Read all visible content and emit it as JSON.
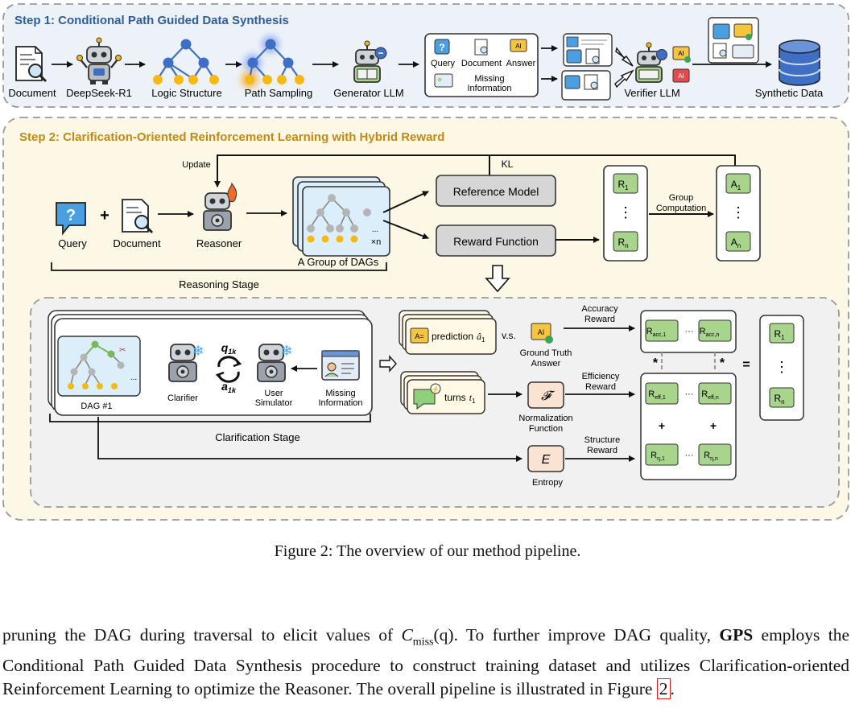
{
  "step1": {
    "title": "Step 1: Conditional Path Guided Data Synthesis",
    "nodes": [
      "Document",
      "DeepSeek-R1",
      "Logic Structure",
      "Path Sampling",
      "Generator LLM"
    ],
    "sample_box": {
      "query": "Query",
      "document": "Document",
      "answer": "Answer",
      "missing_line1": "Missing",
      "missing_line2": "Information"
    },
    "verifier": "Verifier LLM",
    "output": "Synthetic Data"
  },
  "step2": {
    "title": "Step 2: Clarification-Oriented Reinforcement Learning with Hybrid Reward",
    "update": "Update",
    "kl": "KL",
    "query": "Query",
    "plus": "+",
    "document": "Document",
    "reasoner": "Reasoner",
    "dag_group": "A Group of DAGs",
    "dag_times": "×n",
    "ellipsis": "...",
    "reference_model": "Reference Model",
    "reward_function": "Reward Function",
    "group_line1": "Group",
    "group_line2": "Computation",
    "r1": "R",
    "r1_sub": "1",
    "rn": "R",
    "rn_sub": "n",
    "a1": "A",
    "a1_sub": "1",
    "an": "A",
    "an_sub": "n",
    "reasoning_stage": "Reasoning Stage",
    "dag1": "DAG #1",
    "clarifier": "Clarifier",
    "q_label": "q",
    "q_sub": "1k",
    "a_label": "a",
    "a_sub": "1k",
    "user_line1": "User",
    "user_line2": "Simulator",
    "missing_line1": "Missing",
    "missing_line2": "Information",
    "clarification_stage": "Clarification Stage",
    "prediction": "prediction",
    "pred_math": "â",
    "pred_sub": "1",
    "vs": "v.s.",
    "gt_line1": "Ground Truth",
    "gt_line2": "Answer",
    "turns": "turns",
    "turns_math": "t",
    "turns_sub": "1",
    "norm_symbol": "𝓕",
    "norm_line1": "Normalization",
    "norm_line2": "Function",
    "entropy_symbol": "E",
    "entropy": "Entropy",
    "acc_line1": "Accuracy",
    "acc_line2": "Reward",
    "eff_line1": "Efficiency",
    "eff_line2": "Reward",
    "str_line1": "Structure",
    "str_line2": "Reward",
    "r_acc_1": "acc,1",
    "r_acc_n": "acc,n",
    "r_eff_1": "eff,1",
    "r_eff_n": "eff,n",
    "r_eta_1": "η,1",
    "r_eta_n": "η,n",
    "star": "*",
    "equals": "=",
    "dots": "···",
    "vdots": "⋮"
  },
  "caption": "Figure 2: The overview of our method pipeline.",
  "paragraph": {
    "t1": "pruning the DAG during traversal to elicit values of ",
    "math_c": "C",
    "math_sub": "miss",
    "math_q": "(q)",
    "t2": ". To further improve DAG quality, ",
    "bold": "GPS",
    "t3": " employs the Conditional Path Guided Data Synthesis procedure to construct training dataset and utilizes Clarification-oriented Reinforcement Learning to optimize the Reasoner. The overall pipeline is illustrated in Figure ",
    "ref": "2",
    "t4": "."
  },
  "colors": {
    "step1_bg": "#edf2f8",
    "step2_bg": "#fdf7e6",
    "step1_title": "#2d5d9a",
    "step2_title": "#c08a14",
    "green": "#a8d48c",
    "node_blue": "#3e6fc4",
    "node_yellow": "#f5b914",
    "peach": "#fbe3d3"
  }
}
